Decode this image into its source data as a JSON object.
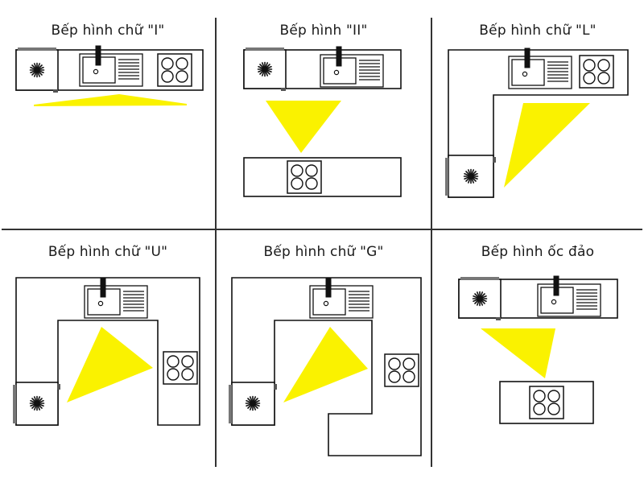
{
  "figure": {
    "kind": "kitchen-layout-diagram",
    "background": "#ffffff",
    "line_color": "#1a1a1a",
    "work_triangle_color": "#faf200",
    "grid": {
      "columns": 3,
      "rows": 2,
      "divider_color": "#333333"
    }
  },
  "panels": [
    {
      "id": "i-shape",
      "title": "Bếp hình chữ \"I\"",
      "appliances": [
        "refrigerator",
        "sink",
        "cooktop"
      ],
      "work_triangle": "flat-sliver"
    },
    {
      "id": "ii-shape",
      "title": "Bếp hình \"II\"",
      "appliances": [
        "refrigerator",
        "sink",
        "cooktop"
      ],
      "work_triangle": "downward-triangle"
    },
    {
      "id": "l-shape",
      "title": "Bếp hình chữ \"L\"",
      "appliances": [
        "refrigerator",
        "sink",
        "cooktop"
      ],
      "work_triangle": "right-triangle"
    },
    {
      "id": "u-shape",
      "title": "Bếp hình chữ \"U\"",
      "appliances": [
        "refrigerator",
        "sink",
        "cooktop"
      ],
      "work_triangle": "wide-triangle"
    },
    {
      "id": "g-shape",
      "title": "Bếp hình chữ \"G\"",
      "appliances": [
        "refrigerator",
        "sink",
        "cooktop"
      ],
      "work_triangle": "wide-triangle"
    },
    {
      "id": "island",
      "title": "Bếp hình ốc đảo",
      "appliances": [
        "refrigerator",
        "sink",
        "cooktop"
      ],
      "work_triangle": "downward-triangle"
    }
  ],
  "icons": {
    "refrigerator": "snowflake-icon",
    "sink": "sink-with-faucet-icon",
    "cooktop": "four-burner-hob-icon"
  }
}
